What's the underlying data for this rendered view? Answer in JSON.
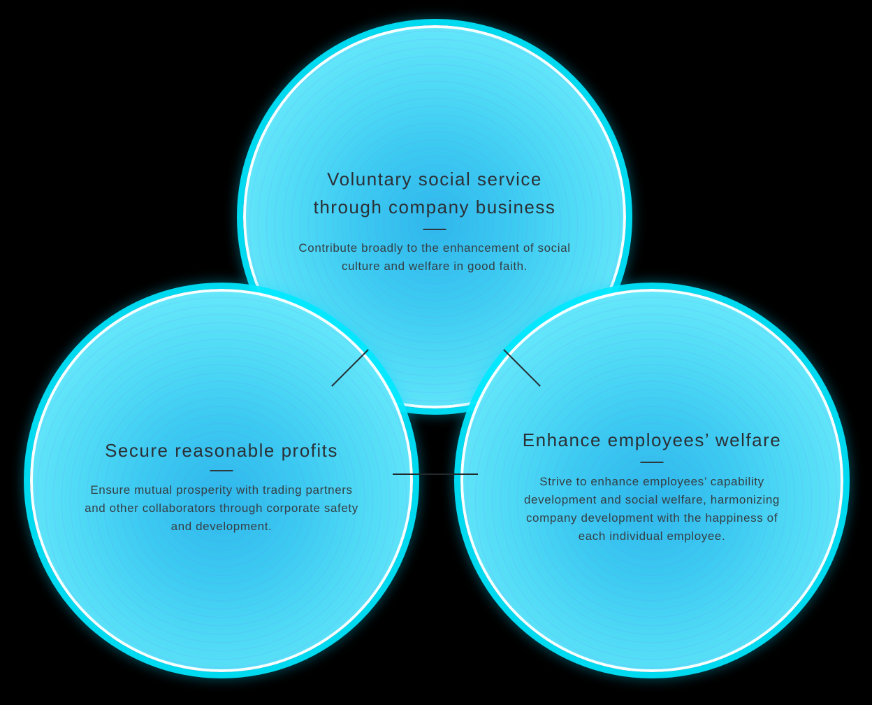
{
  "diagram": {
    "kind": "three-circle-philosophy-diagram",
    "background_color": "#000000",
    "palette": {
      "rim_cyan": "#00e8ff",
      "rim_white": "#ffffff",
      "fill_center_blue": "#2fb7eb",
      "fill_edge_cyan": "#a8f6ff",
      "title_text": "#2b3036",
      "body_text": "#353e44",
      "connector_line": "#232a2e"
    }
  },
  "circles": [
    {
      "id": "voluntary-social-service",
      "position": "top",
      "title_lines": [
        "Voluntary social service",
        "through company business"
      ],
      "body_lines": [
        "Contribute broadly to the enhancement of social",
        "culture and welfare in good faith."
      ]
    },
    {
      "id": "secure-reasonable-profits",
      "position": "bottom-left",
      "title_lines": [
        "Secure reasonable profits"
      ],
      "body_lines": [
        "Ensure mutual prosperity with trading partners",
        "and other collaborators through corporate safety",
        "and development."
      ]
    },
    {
      "id": "enhance-employees-welfare",
      "position": "bottom-right",
      "title_lines": [
        "Enhance employees’ welfare"
      ],
      "body_lines": [
        "Strive to enhance employees’ capability",
        "development and social welfare, harmonizing",
        "company development with the happiness of",
        "each individual employee."
      ]
    }
  ]
}
